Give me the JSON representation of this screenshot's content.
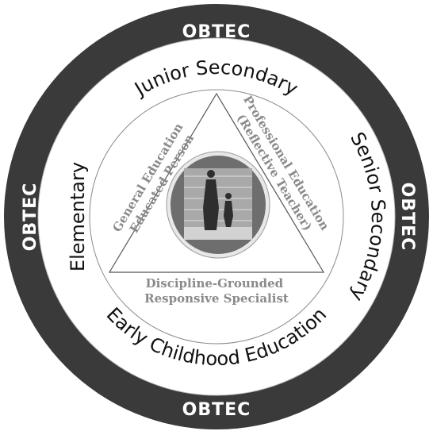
{
  "ring_labels": {
    "top": "OBTEC",
    "left": "OBTEC",
    "right": "OBTEC",
    "bottom": "OBTEC"
  },
  "levels": {
    "top": "Junior Secondary",
    "left": "Elementary",
    "right": "Senior Secondary",
    "bottom": "Early Childhood Education"
  },
  "triangle": {
    "left_line1": "General Education",
    "left_line2": "Educated Person",
    "right_line1": "Professional Education",
    "right_line2": "(Reflective Teacher)",
    "bottom_line1": "Discipline-Grounded",
    "bottom_line2": "Responsive Specialist"
  },
  "colors": {
    "outer_ring": "#3a3a3a",
    "text_dark": "#111111",
    "text_grey": "#8a8a8a",
    "photo_grey": "#6e6e6e"
  },
  "photo": "adult-and-child-silhouette"
}
